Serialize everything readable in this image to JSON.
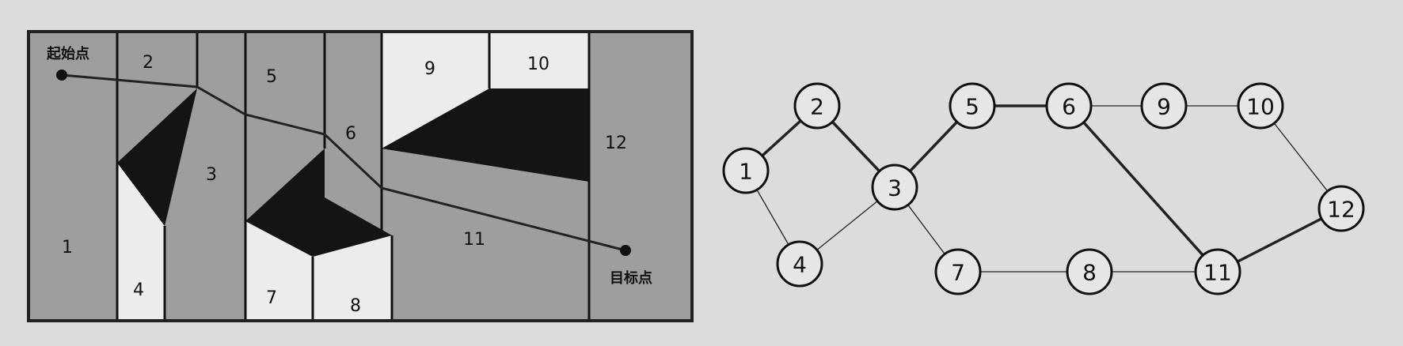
{
  "map": {
    "start_label": "起始点",
    "goal_label": "目标点",
    "regions": [
      {
        "id": "1",
        "label": "1"
      },
      {
        "id": "2",
        "label": "2"
      },
      {
        "id": "3",
        "label": "3"
      },
      {
        "id": "4",
        "label": "4"
      },
      {
        "id": "5",
        "label": "5"
      },
      {
        "id": "6",
        "label": "6"
      },
      {
        "id": "7",
        "label": "7"
      },
      {
        "id": "8",
        "label": "8"
      },
      {
        "id": "9",
        "label": "9"
      },
      {
        "id": "10",
        "label": "10"
      },
      {
        "id": "11",
        "label": "11"
      },
      {
        "id": "12",
        "label": "12"
      }
    ]
  },
  "graph": {
    "nodes": [
      {
        "id": "1",
        "label": "1"
      },
      {
        "id": "2",
        "label": "2"
      },
      {
        "id": "3",
        "label": "3"
      },
      {
        "id": "4",
        "label": "4"
      },
      {
        "id": "5",
        "label": "5"
      },
      {
        "id": "6",
        "label": "6"
      },
      {
        "id": "7",
        "label": "7"
      },
      {
        "id": "8",
        "label": "8"
      },
      {
        "id": "9",
        "label": "9"
      },
      {
        "id": "10",
        "label": "10"
      },
      {
        "id": "11",
        "label": "11"
      },
      {
        "id": "12",
        "label": "12"
      }
    ],
    "edges": [
      {
        "from": "1",
        "to": "2",
        "on_path": true
      },
      {
        "from": "2",
        "to": "3",
        "on_path": true
      },
      {
        "from": "3",
        "to": "5",
        "on_path": true
      },
      {
        "from": "5",
        "to": "6",
        "on_path": true
      },
      {
        "from": "6",
        "to": "11",
        "on_path": true
      },
      {
        "from": "11",
        "to": "12",
        "on_path": true
      },
      {
        "from": "1",
        "to": "4",
        "on_path": false
      },
      {
        "from": "4",
        "to": "3",
        "on_path": false
      },
      {
        "from": "3",
        "to": "7",
        "on_path": false
      },
      {
        "from": "7",
        "to": "8",
        "on_path": false
      },
      {
        "from": "8",
        "to": "11",
        "on_path": false
      },
      {
        "from": "6",
        "to": "9",
        "on_path": false
      },
      {
        "from": "9",
        "to": "10",
        "on_path": false
      },
      {
        "from": "10",
        "to": "12",
        "on_path": false
      }
    ]
  }
}
